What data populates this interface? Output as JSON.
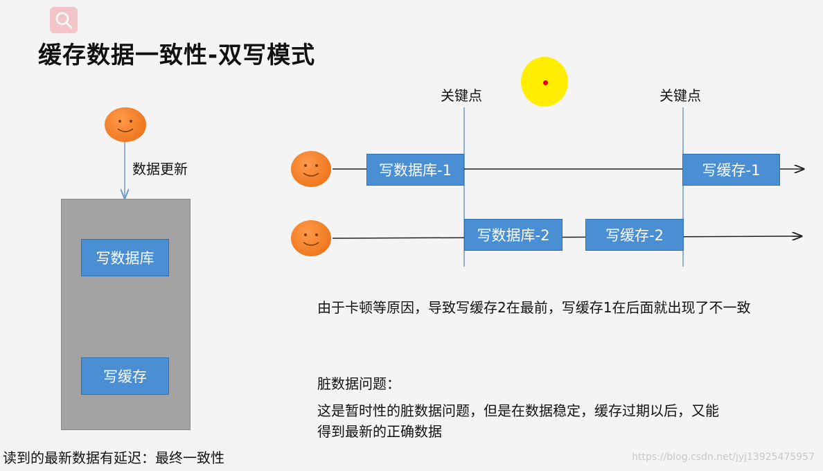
{
  "title": "缓存数据一致性-双写模式",
  "left_panel": {
    "update_label": "数据更新",
    "write_db": "写数据库",
    "write_cache": "写缓存",
    "bottom_note": "读到的最新数据有延迟：最终一致性"
  },
  "timeline": {
    "keypoint_1": "关键点",
    "keypoint_2": "关键点",
    "thread1_write_db": "写数据库-1",
    "thread1_write_cache": "写缓存-1",
    "thread2_write_db": "写数据库-2",
    "thread2_write_cache": "写缓存-2"
  },
  "explanation": "由于卡顿等原因，导致写缓存2在最前，写缓存1在后面就出现了不一致",
  "dirty_data": {
    "heading": "脏数据问题：",
    "line1": "这是暂时性的脏数据问题，但是在数据稳定，缓存过期以后，又能",
    "line2": "得到最新的正确数据"
  },
  "watermark": "https://blog.csdn.net/jyj13925475957",
  "colors": {
    "box_blue": "#4a8fd4",
    "face_orange": "#f07820",
    "sun_yellow": "#ffee00",
    "server_gray": "#a3a3a3"
  },
  "icons": [
    "search-icon",
    "smiley-face-icon",
    "sun-icon"
  ]
}
